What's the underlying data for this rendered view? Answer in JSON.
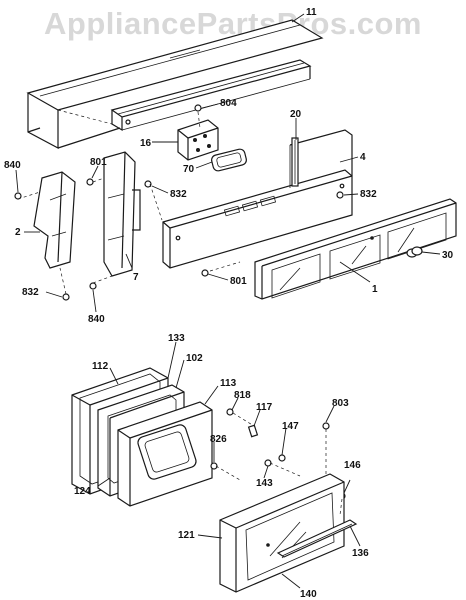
{
  "watermark": "AppliancePartsPros.com",
  "callouts": {
    "c11": "11",
    "c804": "804",
    "c20": "20",
    "c16": "16",
    "c4": "4",
    "c70": "70",
    "c840a": "840",
    "c801a": "801",
    "c832a": "832",
    "c832b": "832",
    "c2": "2",
    "c7": "7",
    "c801b": "801",
    "c30": "30",
    "c1": "1",
    "c832c": "832",
    "c840b": "840",
    "c133": "133",
    "c112": "112",
    "c102": "102",
    "c113": "113",
    "c818": "818",
    "c117": "117",
    "c803": "803",
    "c826": "826",
    "c147": "147",
    "c143": "143",
    "c124": "124",
    "c146": "146",
    "c121": "121",
    "c136": "136",
    "c140": "140"
  }
}
